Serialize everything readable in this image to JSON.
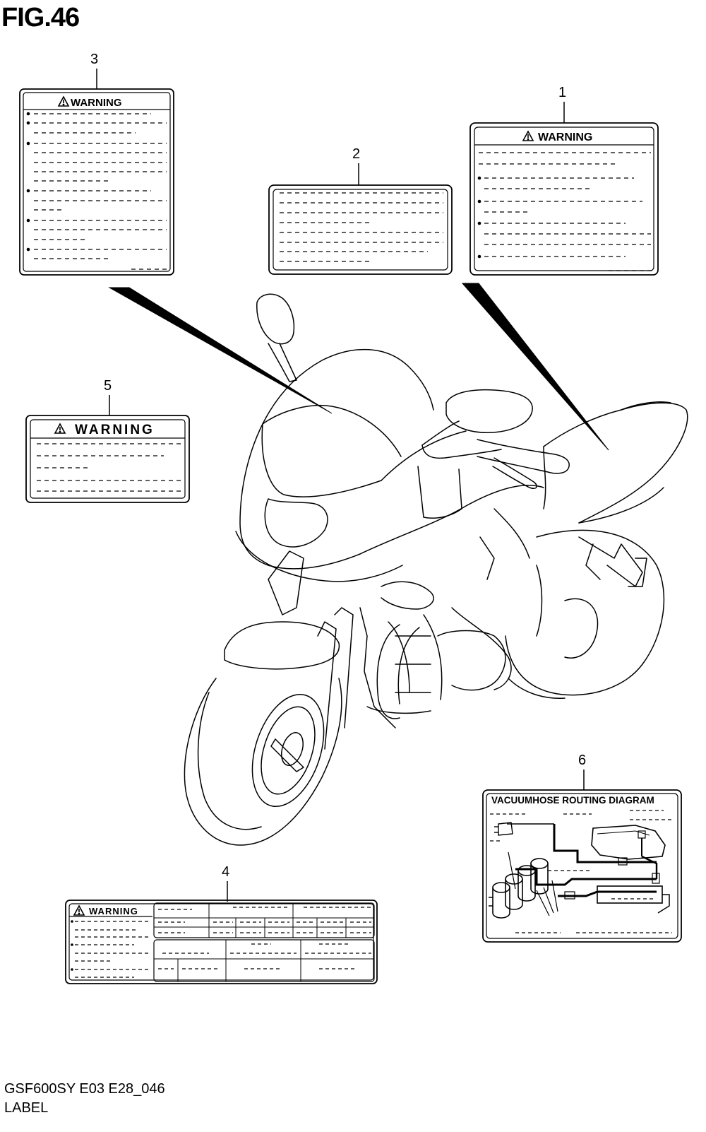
{
  "figure": {
    "title": "FIG.46",
    "code": "GSF600SY E03 E28_046",
    "name": "LABEL"
  },
  "callouts": [
    "1",
    "2",
    "3",
    "4",
    "5",
    "6"
  ],
  "labels": {
    "warning_text": "WARNING",
    "vacuum_title": "VACUUMHOSE ROUTING DIAGRAM"
  },
  "colors": {
    "line": "#000000",
    "background": "#ffffff"
  }
}
